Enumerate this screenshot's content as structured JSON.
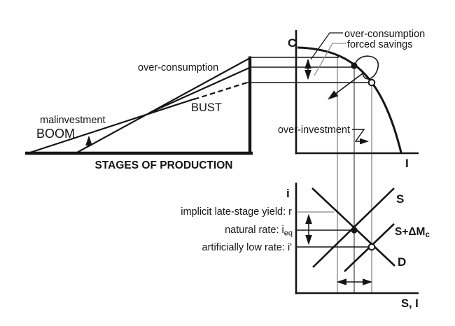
{
  "colors": {
    "ink": "#151515",
    "gray": "#8f8f8f",
    "background": "#ffffff"
  },
  "triangle": {
    "label_malinvestment": "malinvestment",
    "label_boom": "BOOM",
    "label_over_consumption": "over-consumption",
    "label_bust": "BUST",
    "base_axis_label": "STAGES OF PRODUCTION"
  },
  "ppf": {
    "y_axis_label": "C",
    "x_axis_label": "I",
    "label_over_consumption": "over-consumption",
    "label_forced_savings": "forced savings",
    "label_over_investment": "over-investment"
  },
  "loanable_funds": {
    "y_axis_label": "i",
    "x_axis_label": "S, I",
    "supply_label": "S",
    "supply_shifted_label_prefix": "S+ΔM",
    "supply_shifted_label_sub": "c",
    "demand_label": "D",
    "rate_labels": {
      "implicit_yield": "implicit late-stage yield: r",
      "natural_prefix": "natural rate: i",
      "natural_sub": "eq",
      "artificially_low": "artificially low rate: i'"
    }
  }
}
